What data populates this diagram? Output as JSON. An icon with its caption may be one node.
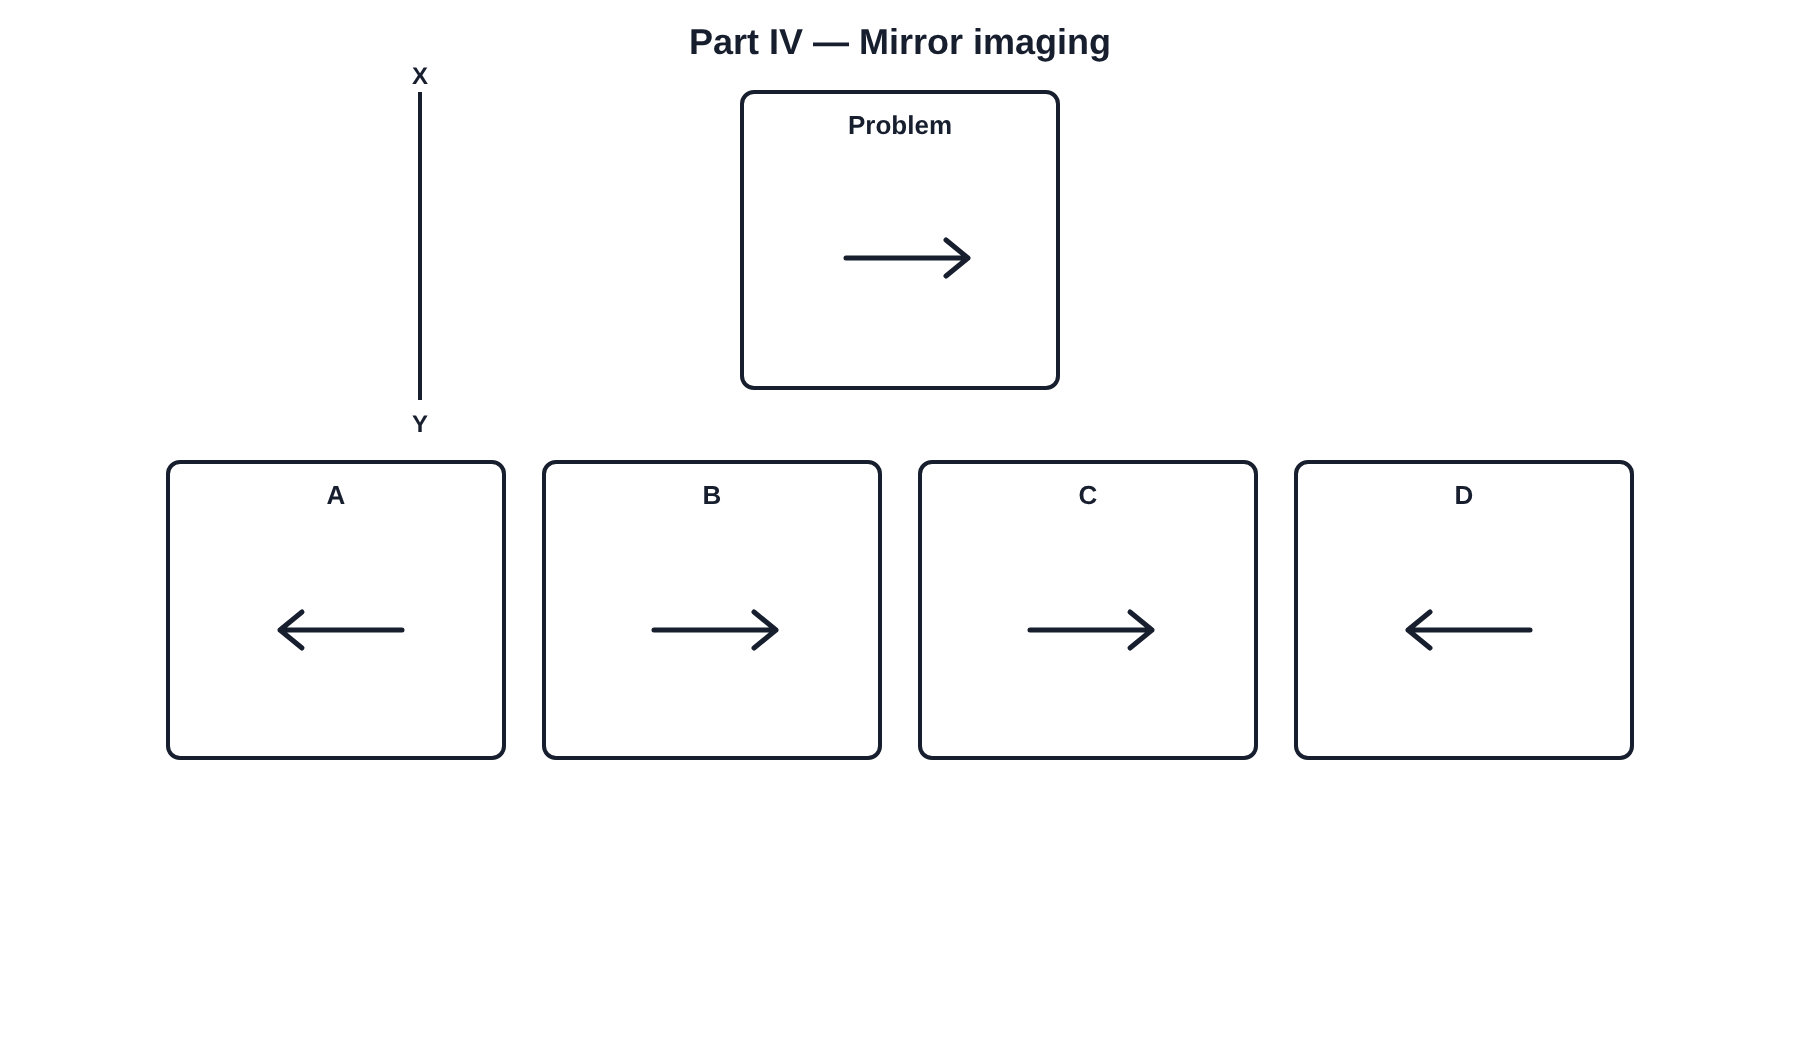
{
  "diagram": {
    "title": "Part IV — Mirror imaging",
    "nodes": [
      {
        "text": [
          "Problem"
        ]
      },
      {
        "text": [
          "A"
        ]
      },
      {
        "text": [
          "B"
        ]
      },
      {
        "text": [
          "C"
        ]
      },
      {
        "text": [
          "D"
        ]
      }
    ],
    "labels": [
      "X",
      "Y"
    ]
  }
}
